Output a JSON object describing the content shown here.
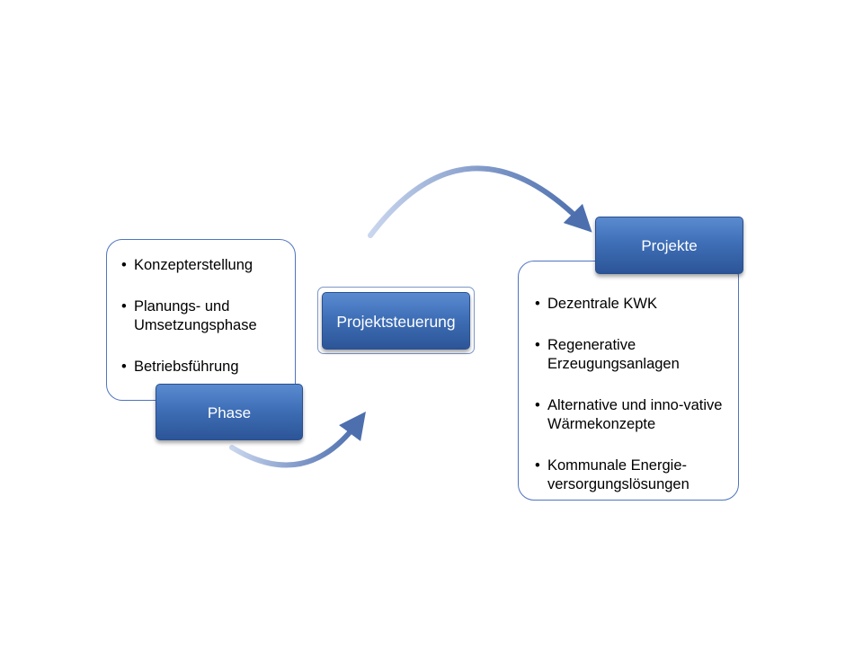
{
  "phase": {
    "label": "Phase",
    "items": [
      "Konzepterstellung",
      "Planungs- und Umsetzungsphase",
      "Betriebsführung"
    ]
  },
  "center": {
    "label": "Projektsteuerung"
  },
  "projekte": {
    "label": "Projekte",
    "items": [
      "Dezentrale KWK",
      "Regenerative Erzeugungsanlagen",
      "Alternative und inno-vative Wärmekonzepte",
      "Kommunale Energie-versorgungslösungen"
    ]
  },
  "colors": {
    "accent": "#3f6fb7",
    "border": "#4f74c0",
    "arrow": "#8fa8d6"
  }
}
